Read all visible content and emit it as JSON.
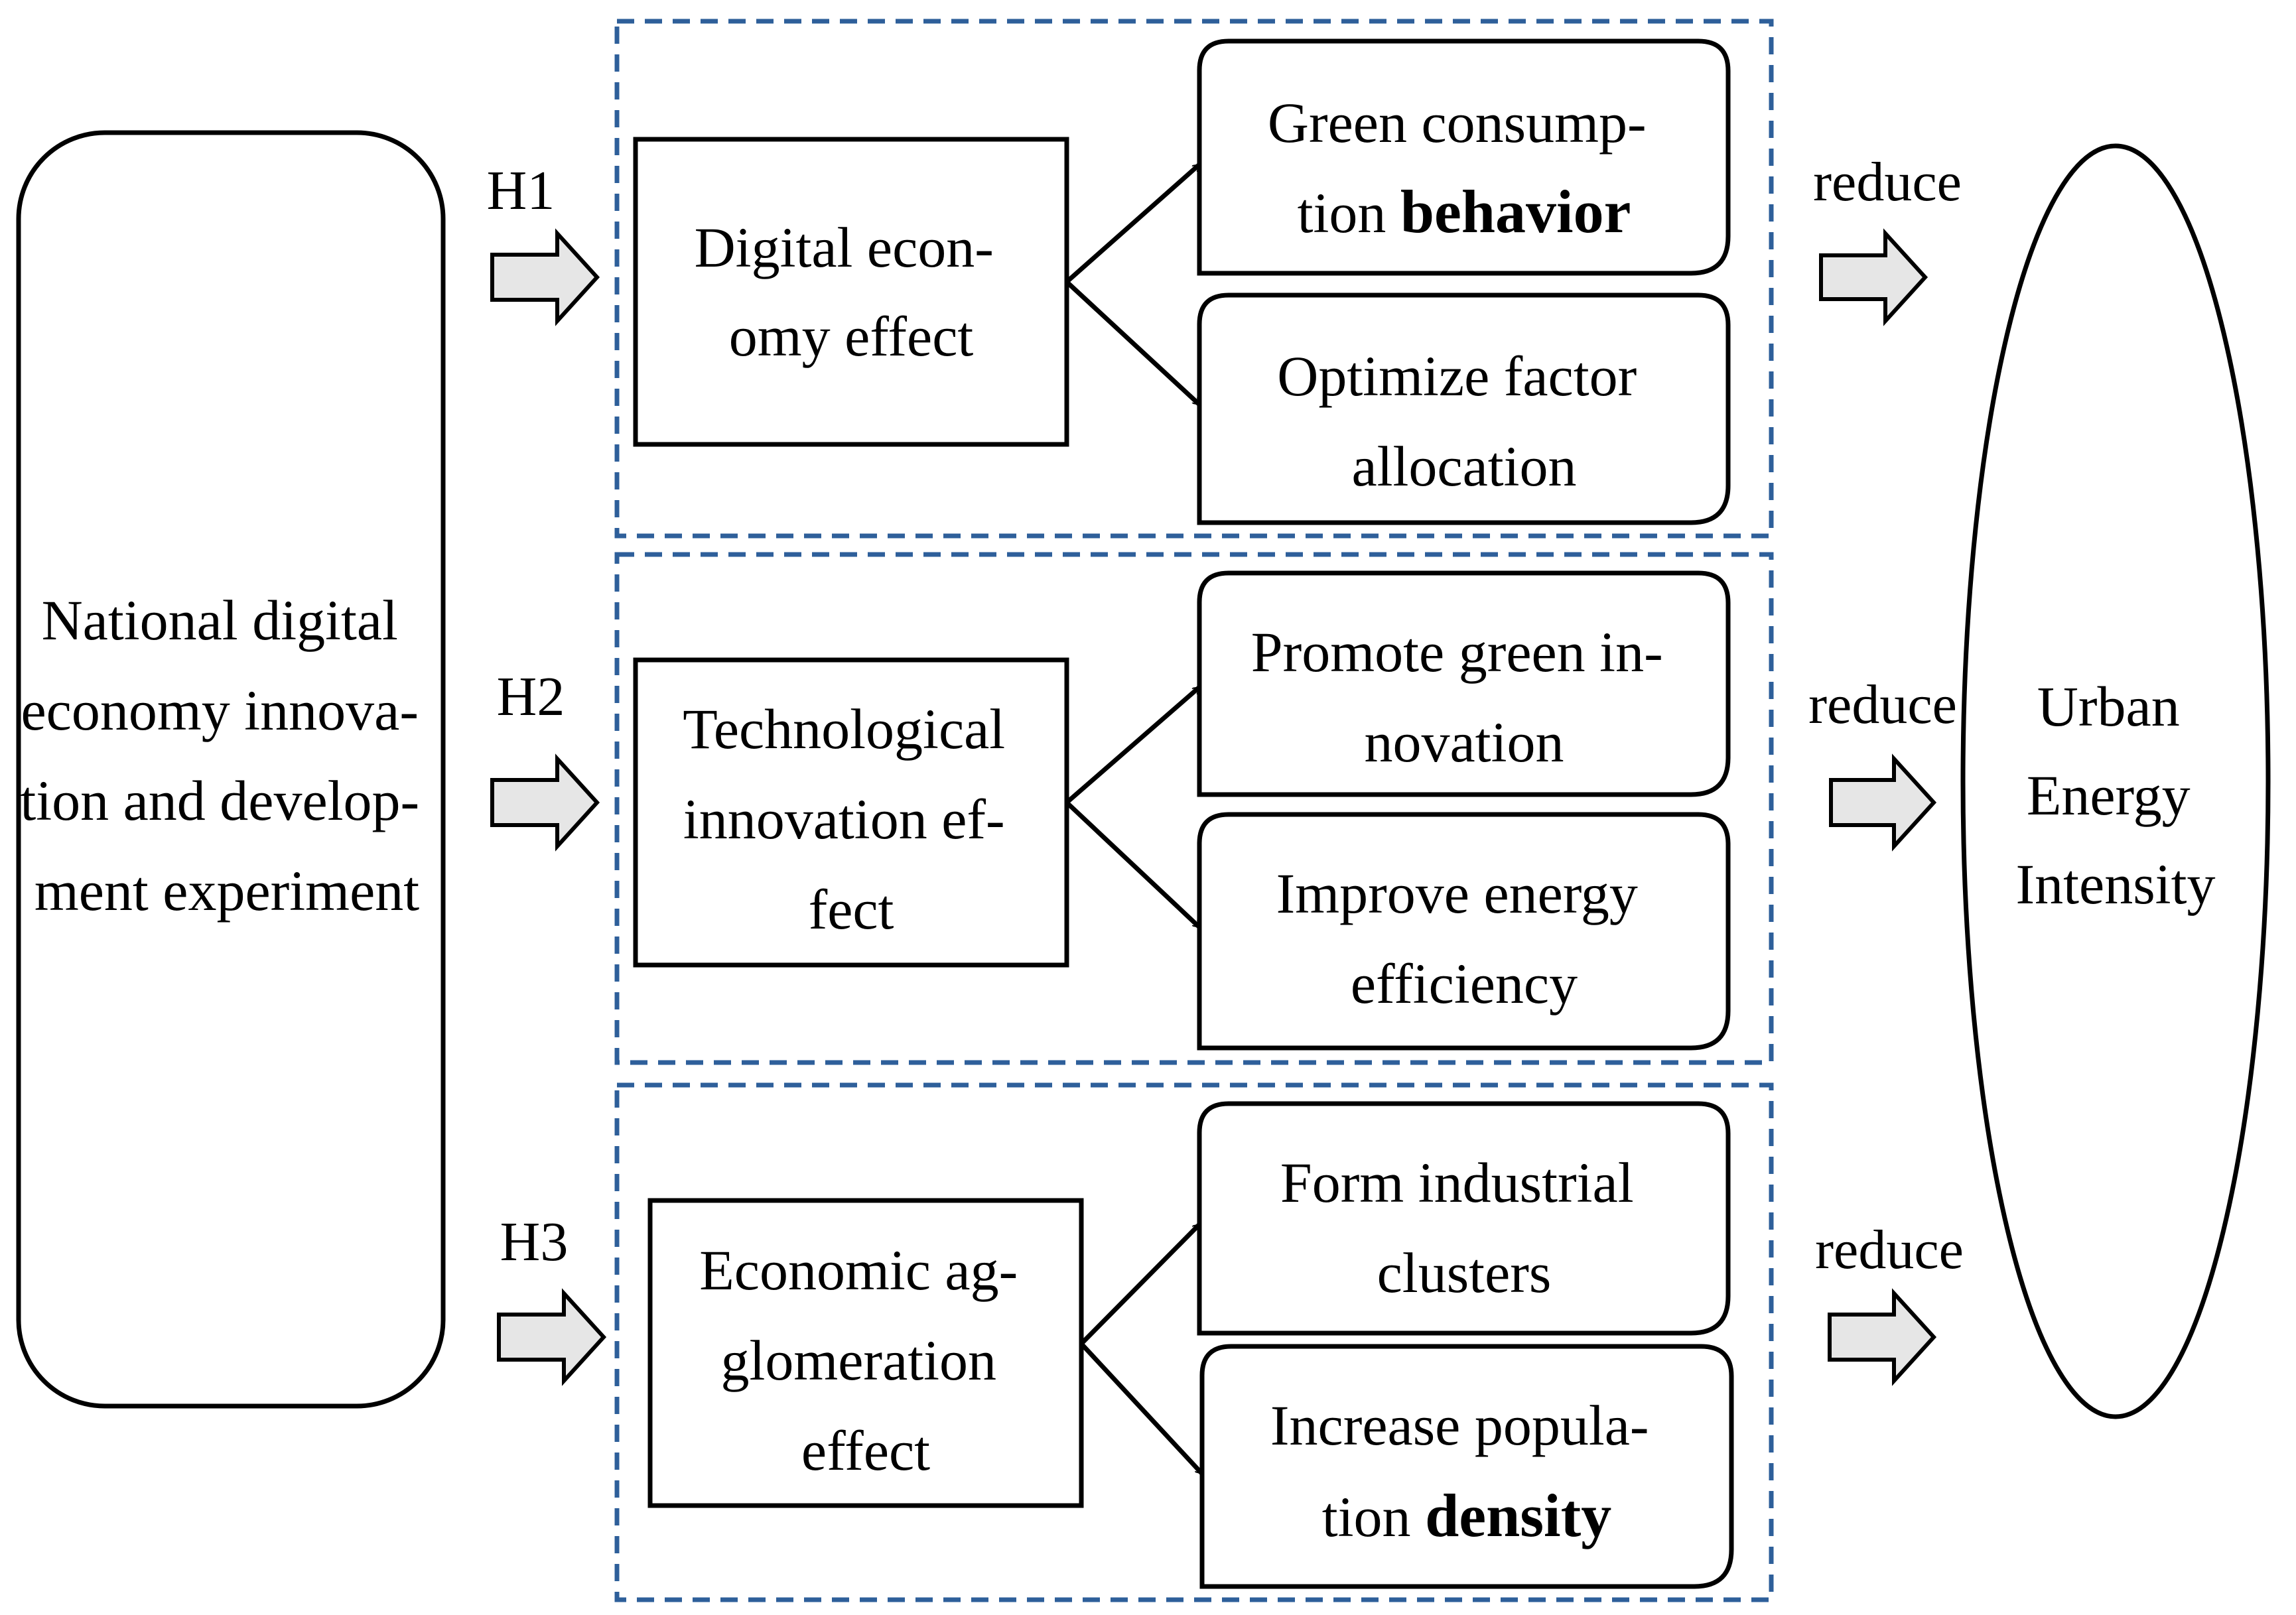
{
  "source_box": {
    "lines": [
      "National digital",
      "economy innova-",
      "tion and develop-",
      "ment experiment"
    ]
  },
  "target_ellipse": {
    "lines": [
      "Urban",
      "Energy",
      "Intensity"
    ]
  },
  "groups": [
    {
      "hypothesis": "H1",
      "effect_lines": [
        "Digital econ-",
        "omy effect"
      ],
      "outcomes": [
        {
          "line1": "Green consump-",
          "line2_prefix": "tion ",
          "line2_emphasis": "behavior"
        },
        {
          "line1": "Optimize factor",
          "line2_prefix": "allocation",
          "line2_emphasis": ""
        }
      ],
      "result": "reduce"
    },
    {
      "hypothesis": "H2",
      "effect_lines": [
        "Technological",
        "innovation ef-",
        "fect"
      ],
      "outcomes": [
        {
          "line1": "Promote green in-",
          "line2_prefix": "novation",
          "line2_emphasis": ""
        },
        {
          "line1": "Improve energy",
          "line2_prefix": "efficiency",
          "line2_emphasis": ""
        }
      ],
      "result": "reduce"
    },
    {
      "hypothesis": "H3",
      "effect_lines": [
        "Economic ag-",
        "glomeration",
        "effect"
      ],
      "outcomes": [
        {
          "line1": "Form industrial",
          "line2_prefix": "clusters",
          "line2_emphasis": ""
        },
        {
          "line1": "Increase popula-",
          "line2_prefix": "tion ",
          "line2_emphasis": "density"
        }
      ],
      "result": "reduce"
    }
  ],
  "colors": {
    "dashed_border": "#2e5f9a",
    "block_arrow_fill": "#e6e6e6",
    "stroke": "#000000"
  }
}
